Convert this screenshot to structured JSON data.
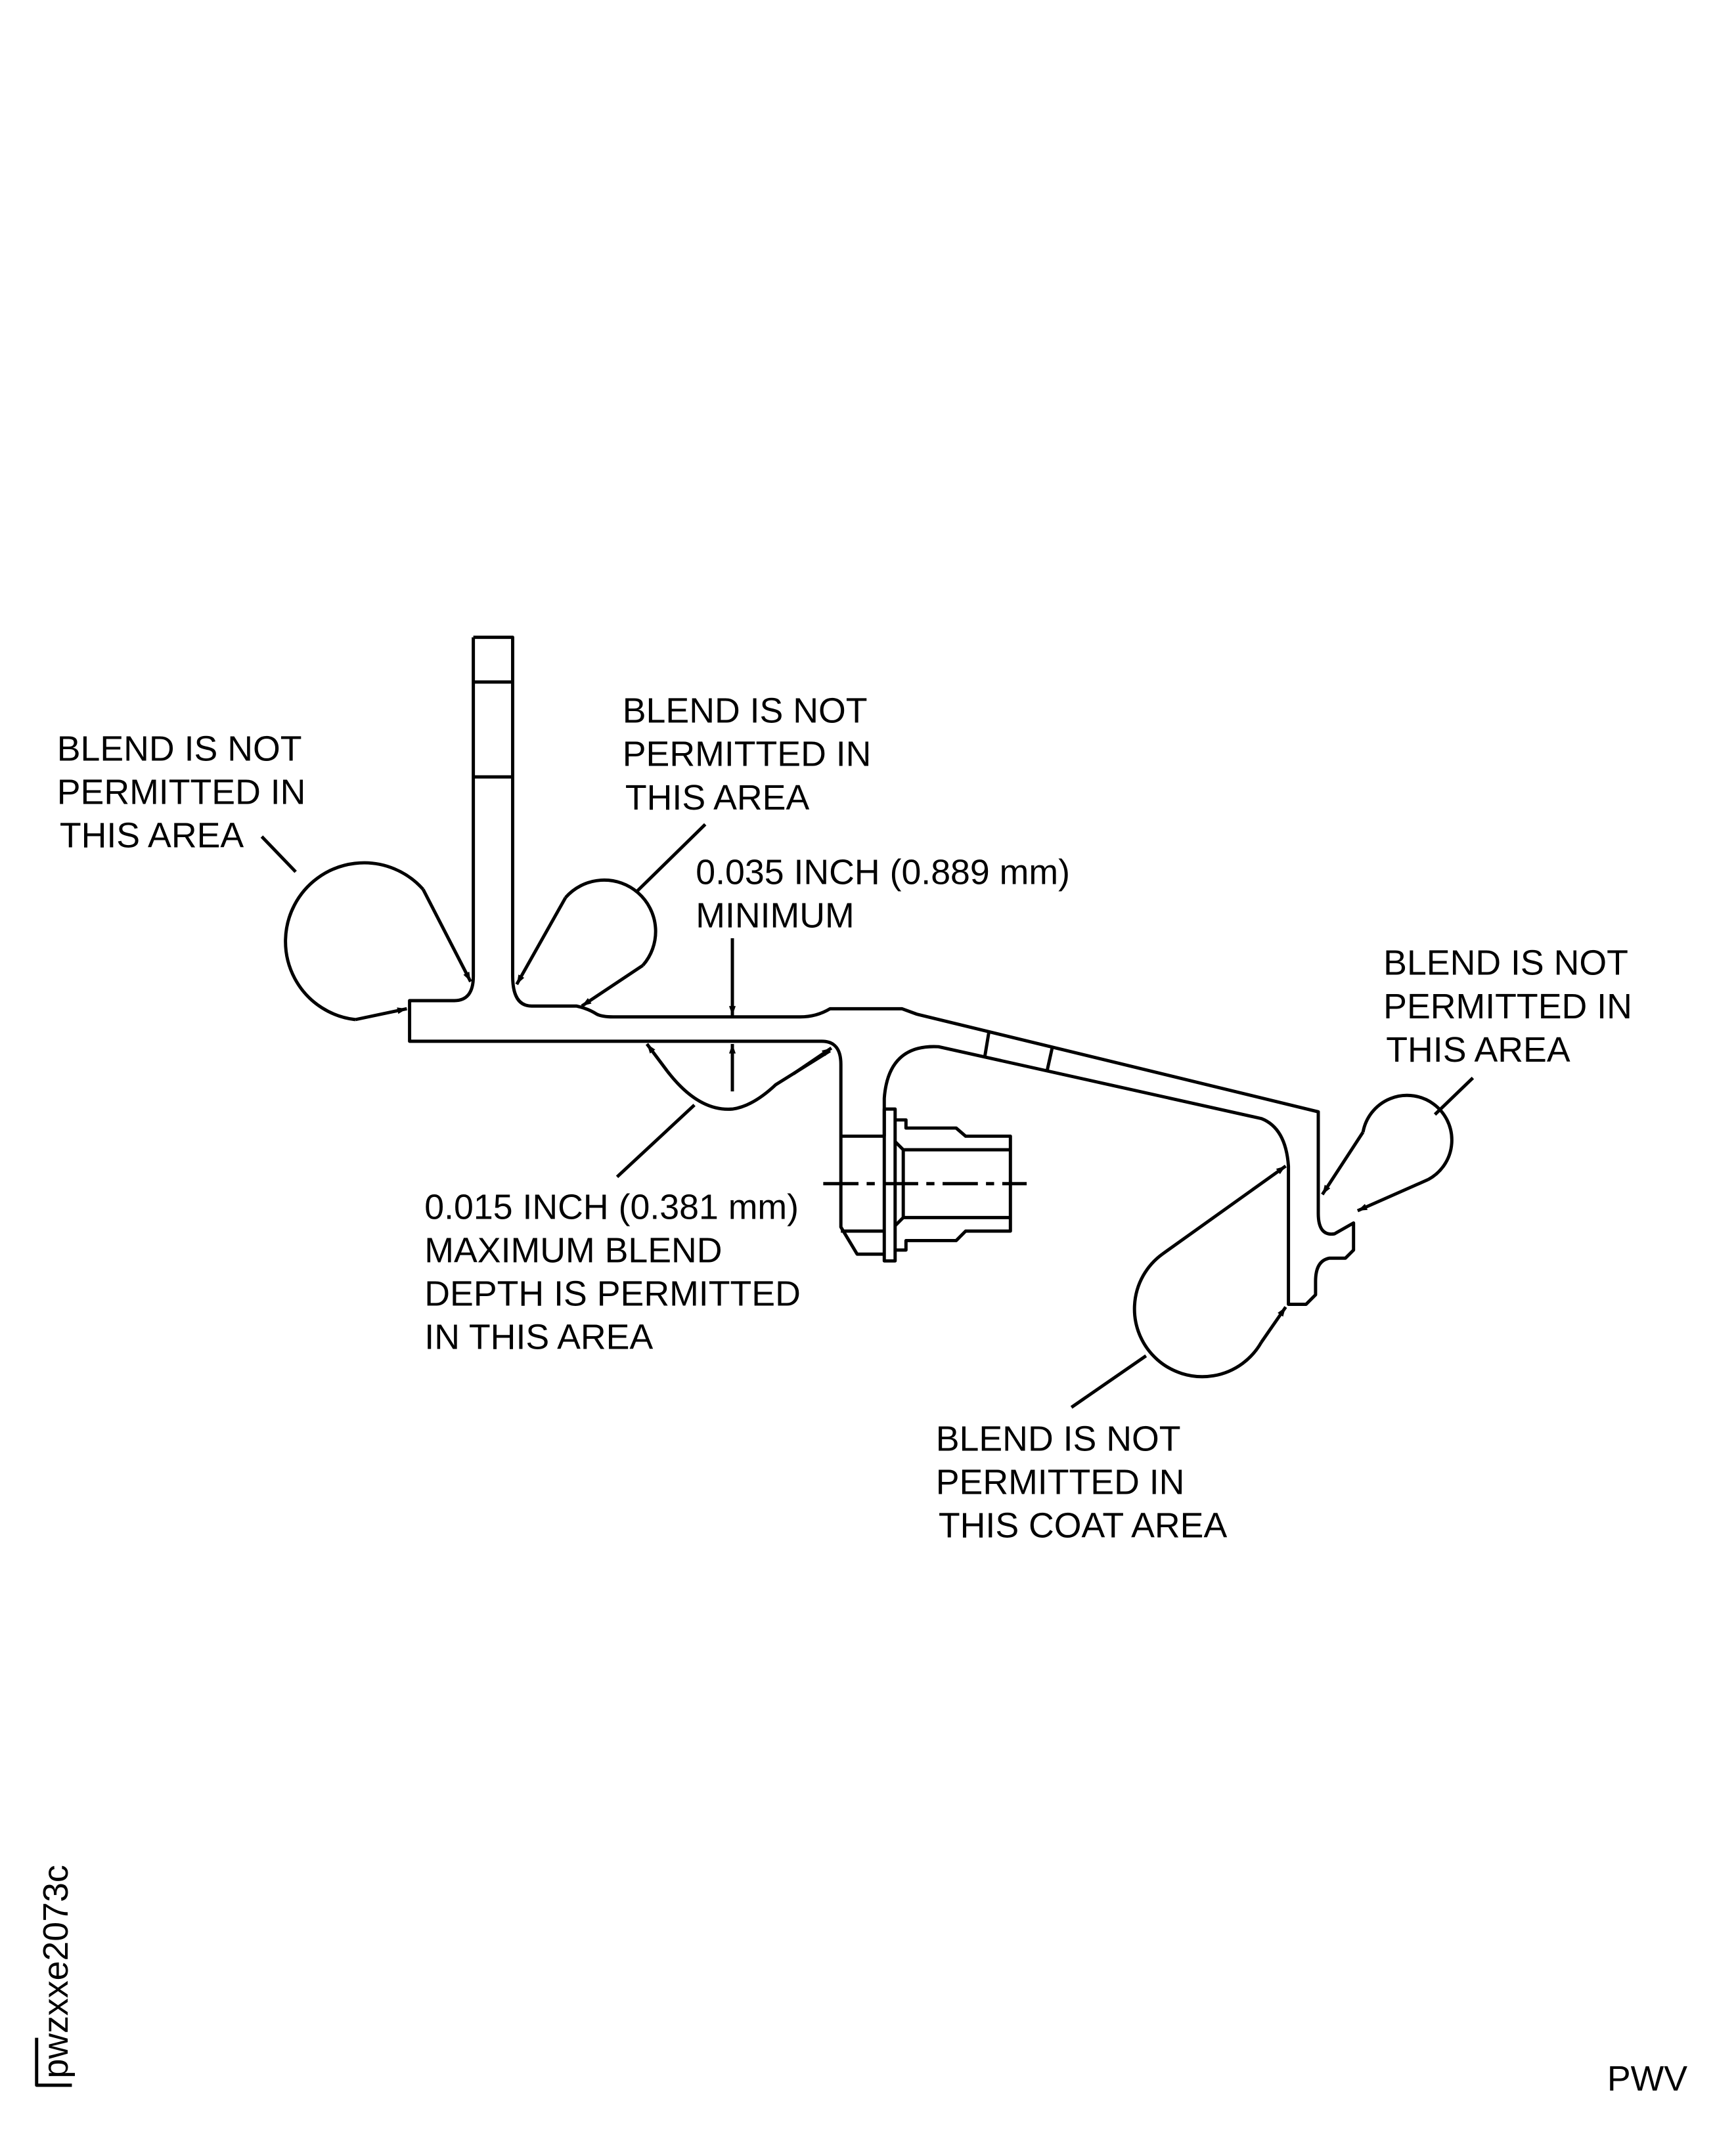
{
  "callouts": {
    "top_left": [
      "BLEND IS NOT",
      "PERMITTED IN",
      "THIS AREA"
    ],
    "top_middle": [
      "BLEND IS NOT",
      "PERMITTED IN",
      "THIS AREA"
    ],
    "minimum": [
      "0.035 INCH (0.889 mm)",
      "MINIMUM"
    ],
    "max_depth": [
      "0.015 INCH (0.381 mm)",
      "MAXIMUM BLEND",
      "DEPTH IS PERMITTED",
      "IN THIS AREA"
    ],
    "right": [
      "BLEND IS NOT",
      "PERMITTED IN",
      "THIS AREA"
    ],
    "bottom_right": [
      "BLEND IS NOT",
      "PERMITTED IN",
      "THIS COAT AREA"
    ]
  },
  "figure_id": "pwzxxe2073c",
  "footer_code": "PWV"
}
